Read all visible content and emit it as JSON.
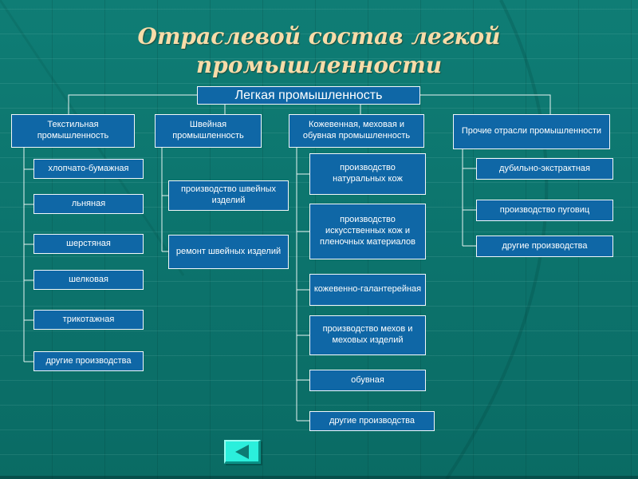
{
  "slide": {
    "title": "Отраслевой состав легкой промышленности",
    "root_label": "Легкая промышленность",
    "columns": [
      {
        "label": "Текстильная промышленность",
        "children": [
          "хлопчато-бумажная",
          "льняная",
          "шерстяная",
          "шелковая",
          "трикотажная",
          "другие производства"
        ]
      },
      {
        "label": "Швейная промышленность",
        "children": [
          "производство швейных изделий",
          "ремонт швейных изделий"
        ]
      },
      {
        "label": "Кожевенная, меховая и обувная промышленность",
        "children": [
          "производство натуральных кож",
          "производство искусственных кож и пленочных материалов",
          "кожевенно-галантерейная",
          "производство мехов и меховых изделий",
          "обувная",
          "другие производства"
        ]
      },
      {
        "label": "Прочие отрасли промышленности",
        "children": [
          "дубильно-экстрактная",
          "производство пуговиц",
          "другие производства"
        ]
      }
    ],
    "nav": {
      "back_icon": "back-arrow-icon"
    },
    "colors": {
      "background": "#0C736C",
      "box_fill": "#0F67A6",
      "box_border": "#FFFFFF",
      "box_text": "#FFFFFF",
      "title_text": "#F7DCA9",
      "connector": "#E8F4F2",
      "button_fill": "#2BEFDC",
      "button_arrow": "#0D7B73"
    }
  }
}
